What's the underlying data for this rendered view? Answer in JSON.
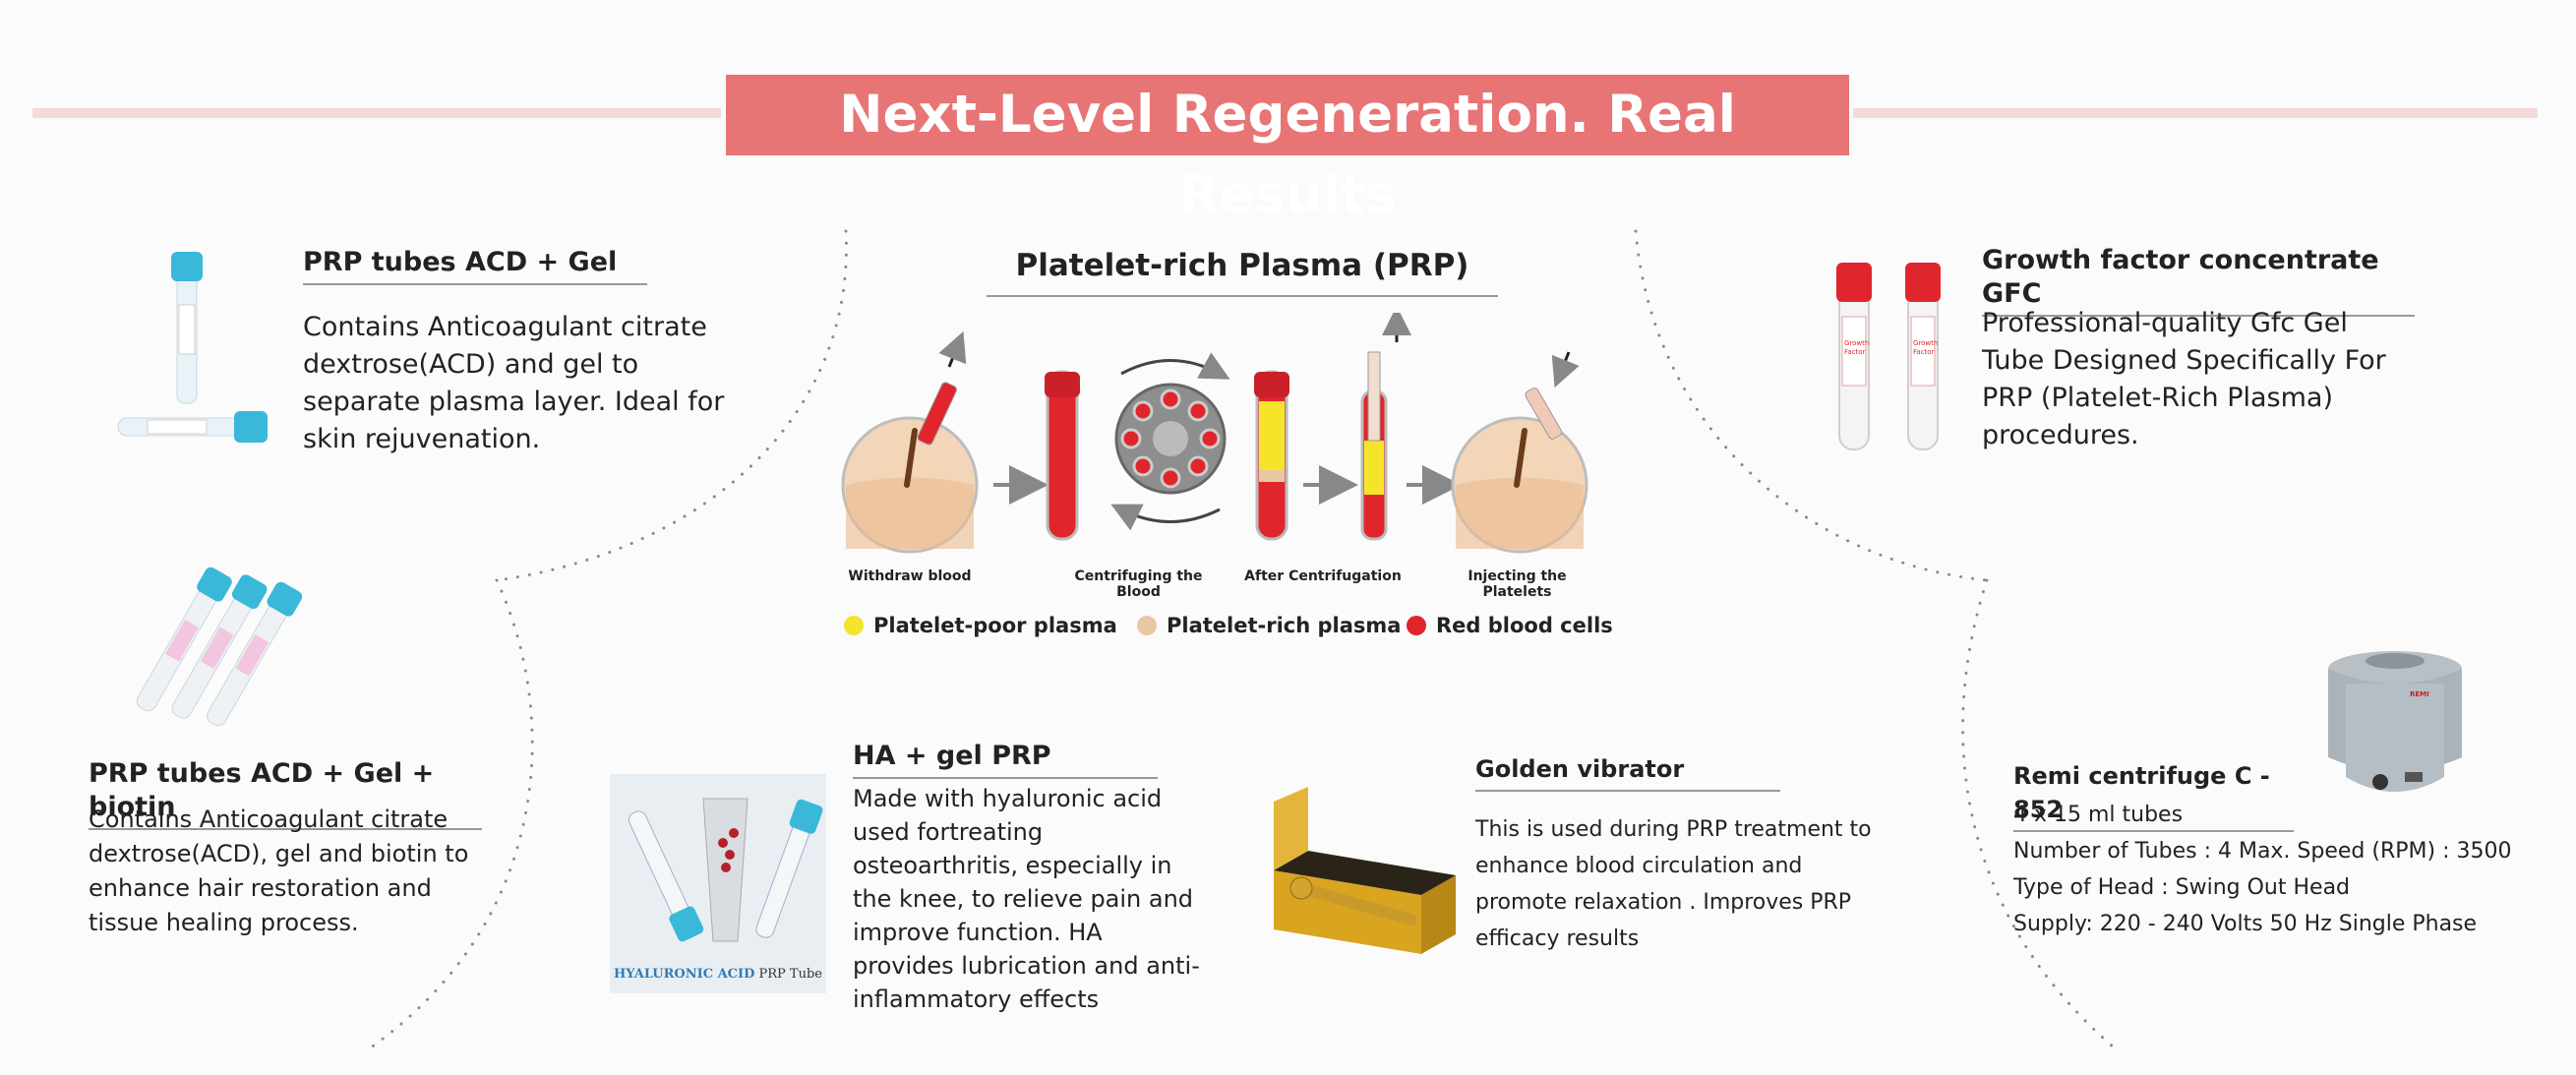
{
  "header": {
    "title": "Next-Level Regeneration. Real Results"
  },
  "colors": {
    "banner": "#e77575",
    "banner_line": "#f6d9d9",
    "red": "#e0262c",
    "yellow": "#f5e52a",
    "skin": "#e8c7a4"
  },
  "products": {
    "prp_acd_gel": {
      "title": "PRP tubes  ACD + Gel",
      "description": "Contains Anticoagulant citrate dextrose(ACD) and gel to separate plasma layer. Ideal for skin rejuvenation."
    },
    "prp_acd_gel_biotin": {
      "title": "PRP tubes  ACD + Gel + biotin",
      "description": "Contains Anticoagulant citrate dextrose(ACD), gel and biotin to enhance hair restoration and tissue healing process."
    },
    "ha_gel": {
      "title": "HA + gel PRP",
      "description": "Made with hyaluronic acid used fortreating osteoarthritis, especially in the knee, to relieve pain and improve function. HA provides lubrication and anti-inflammatory effects",
      "image_label_main": "HYALURONIC ACID",
      "image_label_sub": "PRP Tube"
    },
    "golden_vibrator": {
      "title": "Golden vibrator",
      "description": "This is used during PRP treatment to enhance blood circulation and promote relaxation . Improves PRP efficacy results"
    },
    "gfc": {
      "title": "Growth factor concentrate GFC",
      "description": "Professional-quality Gfc Gel Tube Designed Specifically For PRP (Platelet-Rich Plasma) procedures.",
      "tube_label": "Growth Factor"
    },
    "centrifuge": {
      "title": "Remi centrifuge C - 852",
      "specs": [
        "4 x 15 ml tubes",
        "Number of Tubes : 4 Max. Speed (RPM) : 3500",
        "Type of Head : Swing Out Head",
        "Supply: 220 - 240 Volts 50 Hz Single Phase"
      ],
      "brand": "REMI"
    }
  },
  "prp_diagram": {
    "title": "Platelet-rich Plasma (PRP)",
    "steps": [
      "Withdraw blood",
      "Centrifuging the Blood",
      "After Centrifugation",
      "Injecting the Platelets"
    ],
    "legend": [
      {
        "label": "Platelet-poor plasma",
        "color": "#f5e52a"
      },
      {
        "label": "Platelet-rich plasma",
        "color": "#e8c7a4"
      },
      {
        "label": "Red blood cells",
        "color": "#e0262c"
      }
    ]
  }
}
